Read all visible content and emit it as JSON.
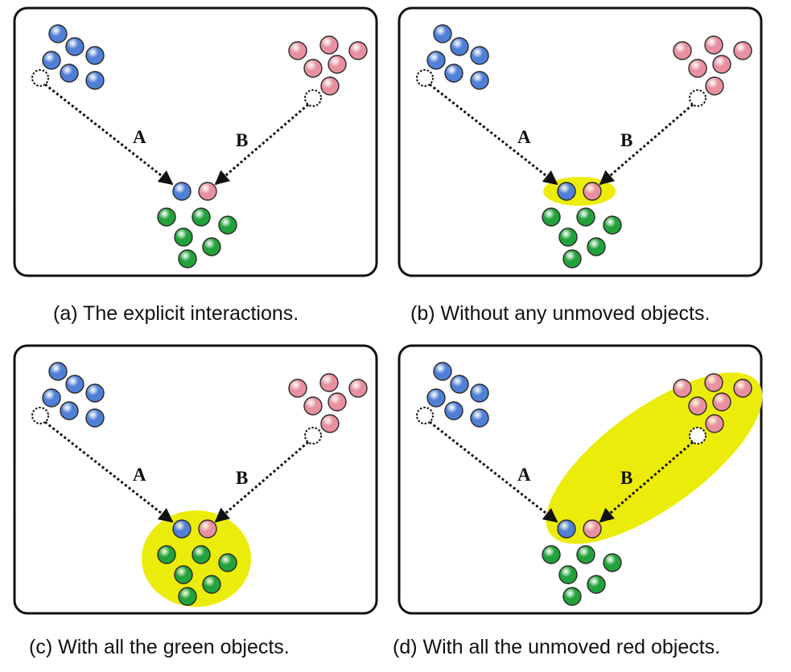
{
  "colors": {
    "blue": "#4f7fd6",
    "red": "#e8909f",
    "green": "#22a23a",
    "highlight": "#ecec0a",
    "frame": "#111111"
  },
  "arrows": {
    "a_label": "A",
    "b_label": "B"
  },
  "panels": [
    {
      "id": "a",
      "caption": "(a) The explicit interactions.",
      "highlight": "none"
    },
    {
      "id": "b",
      "caption": "(b) Without any unmoved objects.",
      "highlight": "moved-pair"
    },
    {
      "id": "c",
      "caption": "(c) With all the green objects.",
      "highlight": "green-group"
    },
    {
      "id": "d",
      "caption": "(d) With all the unmoved red objects.",
      "highlight": "red-group"
    }
  ]
}
